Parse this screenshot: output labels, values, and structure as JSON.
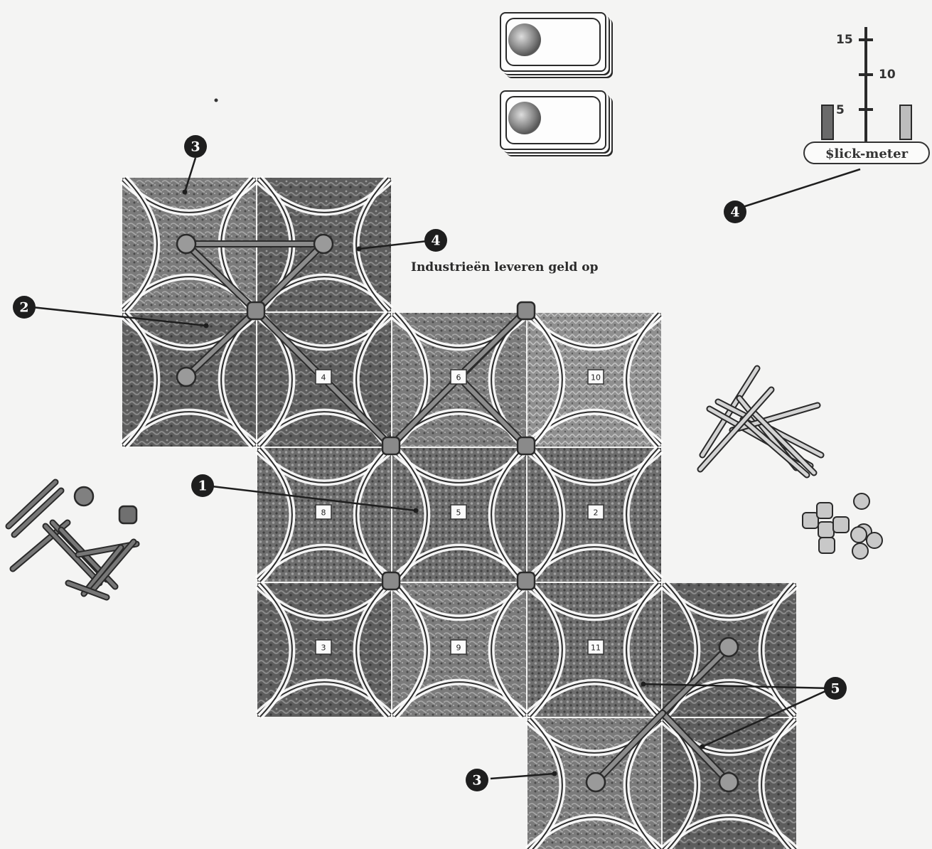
{
  "caption": "Industrieën leveren geld op",
  "meter": {
    "label": "$lick-meter",
    "ticks": [
      "15",
      "10",
      "5"
    ]
  },
  "callouts": [
    "1",
    "2",
    "3",
    "4",
    "5"
  ],
  "tile_numbers": [
    "4",
    "6",
    "10",
    "8",
    "5",
    "2",
    "3",
    "9",
    "11"
  ],
  "colors": {
    "background": "#f4f4f3",
    "tile_dark": "#5a5a5a",
    "tile_mid": "#8a8a8a",
    "track": "#ffffff",
    "callout": "#1e1e1e"
  },
  "icons": [
    "company-card-icon",
    "track-piece-icon",
    "station-token-icon",
    "industry-token-icon"
  ]
}
